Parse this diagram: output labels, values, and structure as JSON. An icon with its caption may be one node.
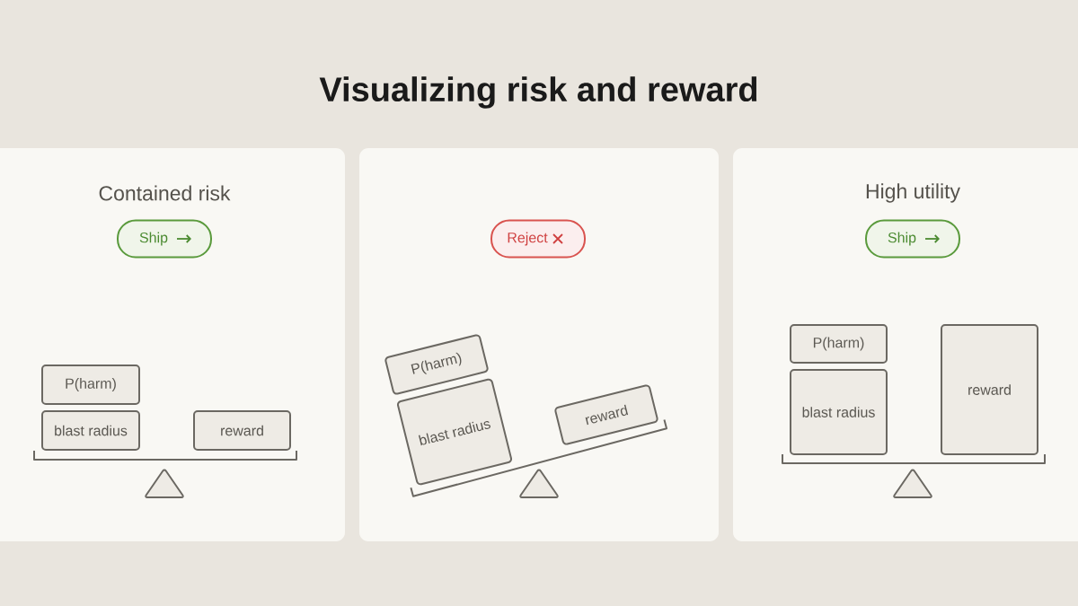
{
  "diagram": {
    "title": "Visualizing risk and reward",
    "nodes": [
      {
        "text": [
          "Contained risk"
        ]
      },
      {
        "text": [
          "Ship"
        ],
        "in": 0
      },
      {
        "text": [
          "P(harm)"
        ],
        "in": 0
      },
      {
        "text": [
          "blast radius"
        ],
        "in": 0
      },
      {
        "text": [
          "reward"
        ],
        "in": 0
      },
      {
        "text": [],
        "shape": "box"
      },
      {
        "text": [
          "Reject"
        ],
        "in": 5
      },
      {
        "text": [
          "P(harm)"
        ],
        "in": 5
      },
      {
        "text": [
          "blast radius"
        ],
        "in": 5
      },
      {
        "text": [
          "reward"
        ],
        "in": 5
      },
      {
        "text": [
          "High utility"
        ]
      },
      {
        "text": [
          "Ship"
        ],
        "in": 10
      },
      {
        "text": [
          "P(harm)"
        ],
        "in": 10
      },
      {
        "text": [
          "blast radius"
        ],
        "in": 10
      },
      {
        "text": [
          "reward"
        ],
        "in": 10
      }
    ]
  }
}
